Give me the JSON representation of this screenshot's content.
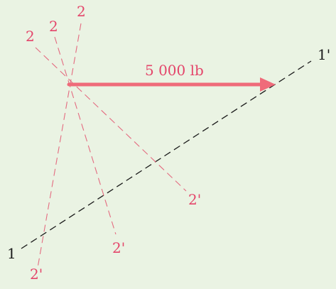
{
  "colors": {
    "background": "#eaf3e3",
    "force_arrow": "#ef6b7a",
    "trial_lines": "#e46b80",
    "reference_line": "#1a1a1a",
    "trial_label": "#e4456a",
    "reference_label": "#1a1a1a"
  },
  "force": {
    "label": "5 000 lb"
  },
  "reference_line": {
    "start_label": "1",
    "end_label": "1'"
  },
  "trial_lines": [
    {
      "start_label": "2",
      "end_label": "2'"
    },
    {
      "start_label": "2",
      "end_label": "2'"
    },
    {
      "start_label": "2",
      "end_label": "2'"
    }
  ]
}
